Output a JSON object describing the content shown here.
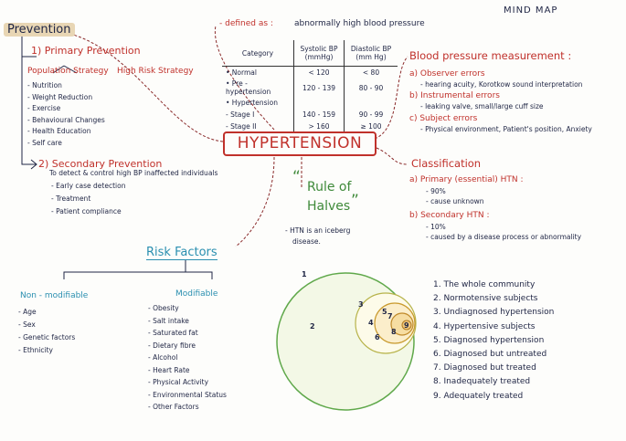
{
  "title": "MIND MAP",
  "center": "HYPERTENSION",
  "definition": {
    "label": "- defined as :",
    "text": "abnormally high blood pressure"
  },
  "prevention": {
    "heading": "Prevention",
    "primary": {
      "label": "1) Primary Prevention",
      "population_strategy": "Population Strategy",
      "high_risk_strategy": "High Risk Strategy",
      "items": [
        "- Nutrition",
        "- Weight Reduction",
        "- Exercise",
        "- Behavioural Changes",
        "- Health Education",
        "- Self care"
      ]
    },
    "secondary": {
      "label": "2) Secondary Prevention",
      "desc": "To detect & control high BP inaffected individuals",
      "items": [
        "- Early case detection",
        "- Treatment",
        "- Patient compliance"
      ]
    }
  },
  "bp_table": {
    "headers": [
      "Category",
      "Systolic BP (mmHg)",
      "Diastolic BP (mm Hg)"
    ],
    "rows": [
      [
        "• Normal",
        "< 120",
        "< 80"
      ],
      [
        "• Pre - hypertension",
        "120 - 139",
        "80 - 90"
      ],
      [
        "• Hypertension",
        "",
        ""
      ],
      [
        "- Stage I",
        "140 - 159",
        "90 - 99"
      ],
      [
        "- Stage II",
        "> 160",
        "≥ 100"
      ]
    ]
  },
  "measurement": {
    "heading": "Blood pressure measurement :",
    "a": "a) Observer errors",
    "a_detail": "- hearing acuity, Korotkow sound interpretation",
    "b": "b) Instrumental errors",
    "b_detail": "- leaking valve, small/large cuff size",
    "c": "c) Subject errors",
    "c_detail": "- Physical environment, Patient's position, Anxiety"
  },
  "classification": {
    "heading": "Classification",
    "a": "a) Primary (essential) HTN :",
    "a_items": [
      "- 90%",
      "- cause unknown"
    ],
    "b": "b) Secondary HTN :",
    "b_items": [
      "- 10%",
      "- caused by a disease process or abnormality"
    ]
  },
  "rule_of_halves": {
    "title_line1": "Rule of",
    "title_line2": "Halves",
    "open_quote": "“",
    "close_quote": "”",
    "note_line1": "- HTN is an iceberg",
    "note_line2": "disease."
  },
  "risk_factors": {
    "heading": "Risk Factors",
    "non_modifiable": {
      "label": "Non - modifiable",
      "items": [
        "- Age",
        "- Sex",
        "- Genetic factors",
        "- Ethnicity"
      ]
    },
    "modifiable": {
      "label": "Modifiable",
      "items": [
        "- Obesity",
        "- Salt intake",
        "- Saturated fat",
        "- Dietary fibre",
        "- Alcohol",
        "- Heart Rate",
        "- Physical Activity",
        "- Environmental Status",
        "- Other Factors"
      ]
    }
  },
  "iceberg_labels": [
    "1",
    "2",
    "3",
    "4",
    "5",
    "6",
    "7",
    "8",
    "9"
  ],
  "iceberg_legend": [
    "1. The whole community",
    "2. Normotensive subjects",
    "3. Undiagnosed hypertension",
    "4. Hypertensive subjects",
    "5. Diagnosed hypertension",
    "6. Diagnosed but untreated",
    "7. Diagnosed but treated",
    "8. Inadequately treated",
    "9. Adequately treated"
  ],
  "colors": {
    "red": "#c0312b",
    "green": "#3f8a3a",
    "blue": "#2a8fb0",
    "ink": "#1f2544",
    "circle_fill": "#f3f8e6",
    "circle_stroke": "#5fa84a",
    "inner_fill": "#fbeecb",
    "inner_stroke": "#c99a2e"
  }
}
